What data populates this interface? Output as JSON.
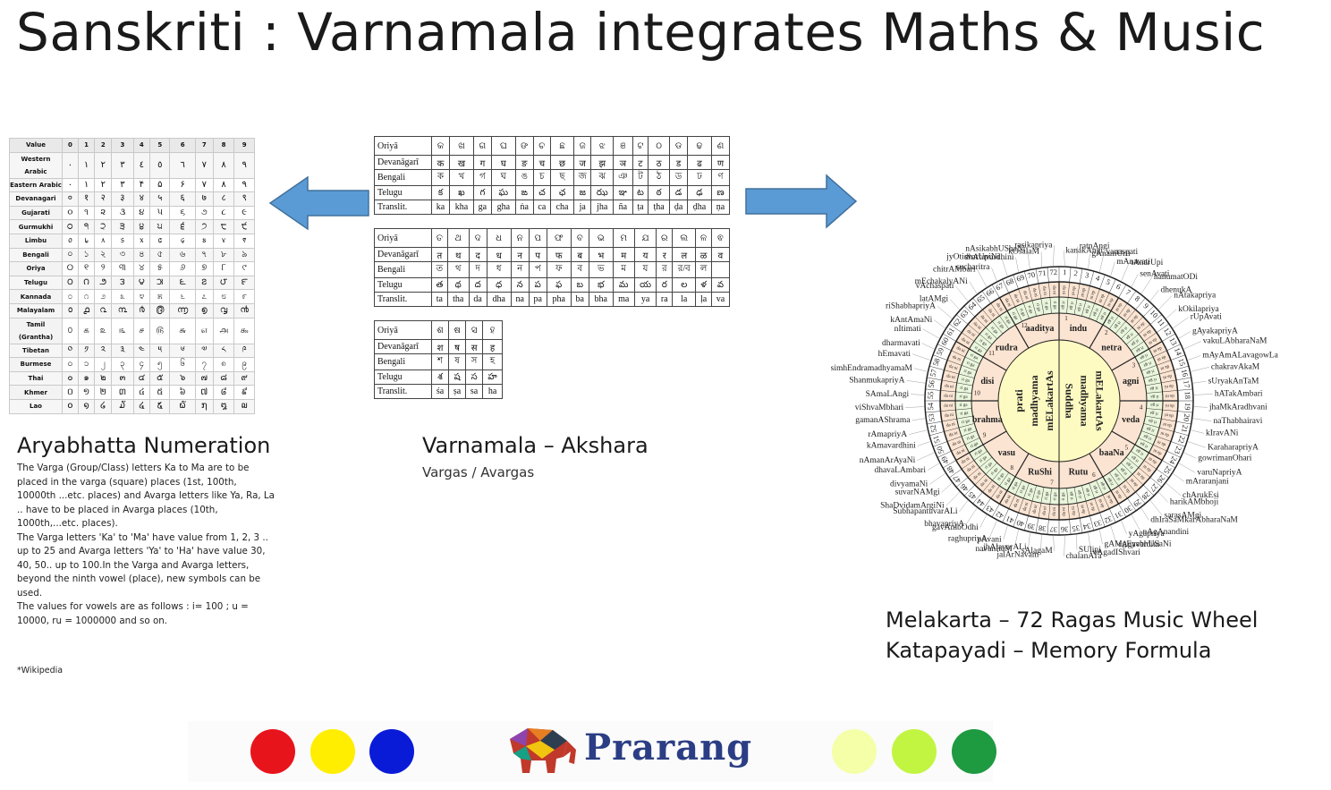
{
  "title": "Sanskriti : Varnamala integrates Maths & Music",
  "numerals": {
    "header": [
      "Value",
      "0",
      "1",
      "2",
      "3",
      "4",
      "5",
      "6",
      "7",
      "8",
      "9"
    ],
    "rows": [
      {
        "name": "Western Arabic",
        "glyphs": [
          "٠",
          "١",
          "٢",
          "٣",
          "٤",
          "٥",
          "٦",
          "٧",
          "٨",
          "٩"
        ]
      },
      {
        "name": "Eastern Arabic",
        "glyphs": [
          "٠",
          "١",
          "٢",
          "٣",
          "۴",
          "۵",
          "۶",
          "٧",
          "٨",
          "٩"
        ]
      },
      {
        "name": "Devanagari",
        "glyphs": [
          "०",
          "१",
          "२",
          "३",
          "४",
          "५",
          "६",
          "७",
          "८",
          "९"
        ]
      },
      {
        "name": "Gujarati",
        "glyphs": [
          "૦",
          "૧",
          "૨",
          "૩",
          "૪",
          "૫",
          "૬",
          "૭",
          "૮",
          "૯"
        ]
      },
      {
        "name": "Gurmukhi",
        "glyphs": [
          "੦",
          "੧",
          "੨",
          "੩",
          "੪",
          "੫",
          "੬",
          "੭",
          "੮",
          "੯"
        ]
      },
      {
        "name": "Limbu",
        "glyphs": [
          "᥆",
          "᥇",
          "᥈",
          "᥉",
          "᥊",
          "᥋",
          "᥌",
          "᥍",
          "᥎",
          "᥏"
        ]
      },
      {
        "name": "Bengali",
        "glyphs": [
          "০",
          "১",
          "২",
          "৩",
          "৪",
          "৫",
          "৬",
          "৭",
          "৮",
          "৯"
        ]
      },
      {
        "name": "Oriya",
        "glyphs": [
          "୦",
          "୧",
          "୨",
          "୩",
          "୪",
          "୫",
          "୬",
          "୭",
          "୮",
          "୯"
        ]
      },
      {
        "name": "Telugu",
        "glyphs": [
          "౦",
          "౧",
          "౨",
          "౩",
          "౪",
          "౫",
          "౬",
          "౭",
          "౮",
          "౯"
        ]
      },
      {
        "name": "Kannada",
        "glyphs": [
          "೦",
          "೧",
          "೨",
          "೩",
          "೪",
          "೫",
          "೬",
          "೭",
          "೮",
          "೯"
        ]
      },
      {
        "name": "Malayalam",
        "glyphs": [
          "൦",
          "൧",
          "൨",
          "൩",
          "൪",
          "൫",
          "൬",
          "൭",
          "൮",
          "൯"
        ]
      },
      {
        "name": "Tamil (Grantha)",
        "glyphs": [
          "௦",
          "௧",
          "௨",
          "௩",
          "௪",
          "௫",
          "௬",
          "௭",
          "௮",
          "௯"
        ]
      },
      {
        "name": "Tibetan",
        "glyphs": [
          "༠",
          "༡",
          "༢",
          "༣",
          "༤",
          "༥",
          "༦",
          "༧",
          "༨",
          "༩"
        ]
      },
      {
        "name": "Burmese",
        "glyphs": [
          "၀",
          "၁",
          "၂",
          "၃",
          "၄",
          "၅",
          "၆",
          "၇",
          "၈",
          "၉"
        ]
      },
      {
        "name": "Thai",
        "glyphs": [
          "๐",
          "๑",
          "๒",
          "๓",
          "๔",
          "๕",
          "๖",
          "๗",
          "๘",
          "๙"
        ]
      },
      {
        "name": "Khmer",
        "glyphs": [
          "០",
          "១",
          "២",
          "៣",
          "៤",
          "៥",
          "៦",
          "៧",
          "៨",
          "៩"
        ]
      },
      {
        "name": "Lao",
        "glyphs": [
          "໐",
          "໑",
          "໒",
          "໓",
          "໔",
          "໕",
          "໖",
          "໗",
          "໘",
          "໙"
        ]
      }
    ]
  },
  "script_tables": [
    {
      "rows": [
        {
          "label": "Oriyā",
          "cells": [
            "କ",
            "ଖ",
            "ଗ",
            "ଘ",
            "ଙ",
            "ଚ",
            "ଛ",
            "ଜ",
            "ଝ",
            "ଞ",
            "ଟ",
            "ଠ",
            "ଡ",
            "ଢ",
            "ଣ"
          ]
        },
        {
          "label": "Devanāgarī",
          "cells": [
            "क",
            "ख",
            "ग",
            "घ",
            "ङ",
            "च",
            "छ",
            "ज",
            "झ",
            "ञ",
            "ट",
            "ठ",
            "ड",
            "ढ",
            "ण"
          ]
        },
        {
          "label": "Bengali",
          "cells": [
            "ক",
            "খ",
            "গ",
            "ঘ",
            "ঙ",
            "চ",
            "ছ",
            "জ",
            "ঝ",
            "ঞ",
            "ট",
            "ঠ",
            "ড",
            "ঢ",
            "ণ"
          ]
        },
        {
          "label": "Telugu",
          "cells": [
            "క",
            "ఖ",
            "గ",
            "ఘ",
            "ఙ",
            "చ",
            "ఛ",
            "జ",
            "ఝ",
            "ఞ",
            "ట",
            "ఠ",
            "డ",
            "ఢ",
            "ణ"
          ]
        },
        {
          "label": "Translit.",
          "cells": [
            "ka",
            "kha",
            "ga",
            "gha",
            "ṅa",
            "ca",
            "cha",
            "ja",
            "jha",
            "ña",
            "ṭa",
            "ṭha",
            "ḍa",
            "ḍha",
            "ṇa"
          ]
        }
      ]
    },
    {
      "rows": [
        {
          "label": "Oriyā",
          "cells": [
            "ତ",
            "ଥ",
            "ଦ",
            "ଧ",
            "ନ",
            "ପ",
            "ଫ",
            "ବ",
            "ଭ",
            "ମ",
            "ଯ",
            "ର",
            "ଲ",
            "ଳ",
            "ଵ"
          ]
        },
        {
          "label": "Devanāgarī",
          "cells": [
            "त",
            "थ",
            "द",
            "ध",
            "न",
            "प",
            "फ",
            "ब",
            "भ",
            "म",
            "य",
            "र",
            "ल",
            "ळ",
            "व"
          ]
        },
        {
          "label": "Bengali",
          "cells": [
            "ত",
            "থ",
            "দ",
            "ধ",
            "ন",
            "প",
            "ফ",
            "ব",
            "ভ",
            "ম",
            "য",
            "র",
            "র/ব",
            "ল",
            ""
          ]
        },
        {
          "label": "Telugu",
          "cells": [
            "త",
            "థ",
            "ద",
            "ధ",
            "న",
            "ప",
            "ఫ",
            "బ",
            "భ",
            "మ",
            "య",
            "ర",
            "ల",
            "ళ",
            "వ"
          ]
        },
        {
          "label": "Translit.",
          "cells": [
            "ta",
            "tha",
            "da",
            "dha",
            "na",
            "pa",
            "pha",
            "ba",
            "bha",
            "ma",
            "ya",
            "ra",
            "la",
            "ḷa",
            "va"
          ]
        }
      ]
    },
    {
      "rows": [
        {
          "label": "Oriyā",
          "cells": [
            "ଶ",
            "ଷ",
            "ସ",
            "ହ"
          ]
        },
        {
          "label": "Devanāgarī",
          "cells": [
            "श",
            "ष",
            "स",
            "ह"
          ]
        },
        {
          "label": "Bengali",
          "cells": [
            "শ",
            "ষ",
            "স",
            "হ"
          ]
        },
        {
          "label": "Telugu",
          "cells": [
            "శ",
            "ష",
            "స",
            "హ"
          ]
        },
        {
          "label": "Translit.",
          "cells": [
            "śa",
            "ṣa",
            "sa",
            "ha"
          ]
        }
      ]
    }
  ],
  "left_caption": {
    "heading": "Aryabhatta Numeration",
    "paragraphs": [
      "The Varga (Group/Class) letters Ka to Ma are to be placed in the varga (square) places (1st, 100th, 10000th ...etc. places) and Avarga letters like Ya, Ra, La .. have to be placed in Avarga places (10th, 1000th,...etc. places).",
      "The Varga letters 'Ka' to 'Ma' have value from 1, 2, 3 .. up to 25 and Avarga letters 'Ya' to 'Ha' have value 30, 40, 50.. up to 100.In the Varga and Avarga letters, beyond the ninth vowel (place), new symbols can be used.",
      "The values for vowels are as follows : i= 100 ; u = 10000, ru = 1000000 and so on."
    ],
    "footnote": "*Wikipedia"
  },
  "middle_caption": {
    "heading": "Varnamala – Akshara",
    "sub": "Vargas / Avargas"
  },
  "right_caption": {
    "line1": "Melakarta – 72 Ragas Music Wheel",
    "line2": "Katapayadi – Memory Formula"
  },
  "wheel": {
    "chakras": [
      "indu",
      "netra",
      "agni",
      "veda",
      "baaNa",
      "Rutu",
      "RuShi",
      "vasu",
      "brahma",
      "disi",
      "rudra",
      "aaditya"
    ],
    "center_left": [
      "prati",
      "madhyama",
      "mELakartAs"
    ],
    "center_right": [
      "Suddha",
      "madhyama",
      "mELakartAs"
    ],
    "ragas": [
      "kanakAngi",
      "ratnAngi",
      "gAnamUrti",
      "vanaspati",
      "mAnavati",
      "tAnarUpi",
      "senAvati",
      "hanumatODi",
      "dhenukA",
      "nAtakapriya",
      "kOkilapriya",
      "rUpAvati",
      "gAyakapriyA",
      "vakuLAbharaNaM",
      "mAyAmALavagowLa",
      "chakravAkaM",
      "sUryakAnTaM",
      "hATakAmbari",
      "jhaMkAradhvani",
      "naThabhairavi",
      "kIravANi",
      "KaraharapriyA",
      "gowrimanOhari",
      "varuNapriyA",
      "mAraranjani",
      "chArukEsi",
      "harikAMbhoji",
      "sarasAMgi",
      "dhIraSaMkarAbharaNaM",
      "nAgAnandini",
      "yAgapriya",
      "rAgavardini",
      "gAMgEyabhUSaNi",
      "vAgadIShvari",
      "SUlini",
      "chalanATa",
      "sAlagaM",
      "jalArNavam",
      "jhAlavarALi",
      "navanItaM",
      "pAvani",
      "raghupriyA",
      "gavAmbOdhi",
      "bhavapriyA",
      "SubhapantuvarALi",
      "ShaDvidamArgiNi",
      "suvarNAMgi",
      "divyamaNi",
      "dhavaLAmbari",
      "nAmanArAyaNi",
      "kAmavardhini",
      "rAmapriyA",
      "gamanAShrama",
      "viShvaMbhari",
      "SAmaLAngi",
      "ShanmukapriyA",
      "simhEndramadhyamaM",
      "hEmavati",
      "dharmavati",
      "nItimati",
      "kAntAmaNi",
      "riShabhapriyA",
      "latAMgi",
      "vAchaspati",
      "mEchakalyANi",
      "chitrAMbari",
      "sucharitra",
      "jyOtisvarUpiNi",
      "dhAtuvardhini",
      "nAsikabhUShaNi",
      "kOsalaM",
      "rasikapriya"
    ],
    "swara_pairs": [
      "ri",
      "ga",
      "ma",
      "da",
      "ni"
    ]
  },
  "footer": {
    "logo_text": "Prarang",
    "dot_colors": [
      "#e8141c",
      "#ffee00",
      "#0a1bd8",
      "#f4ffa8",
      "#c2f542",
      "#1e9a40"
    ]
  },
  "colors": {
    "arrow": "#5b9bd5",
    "arrow_border": "#41719c",
    "logo": "#2b3d84"
  }
}
